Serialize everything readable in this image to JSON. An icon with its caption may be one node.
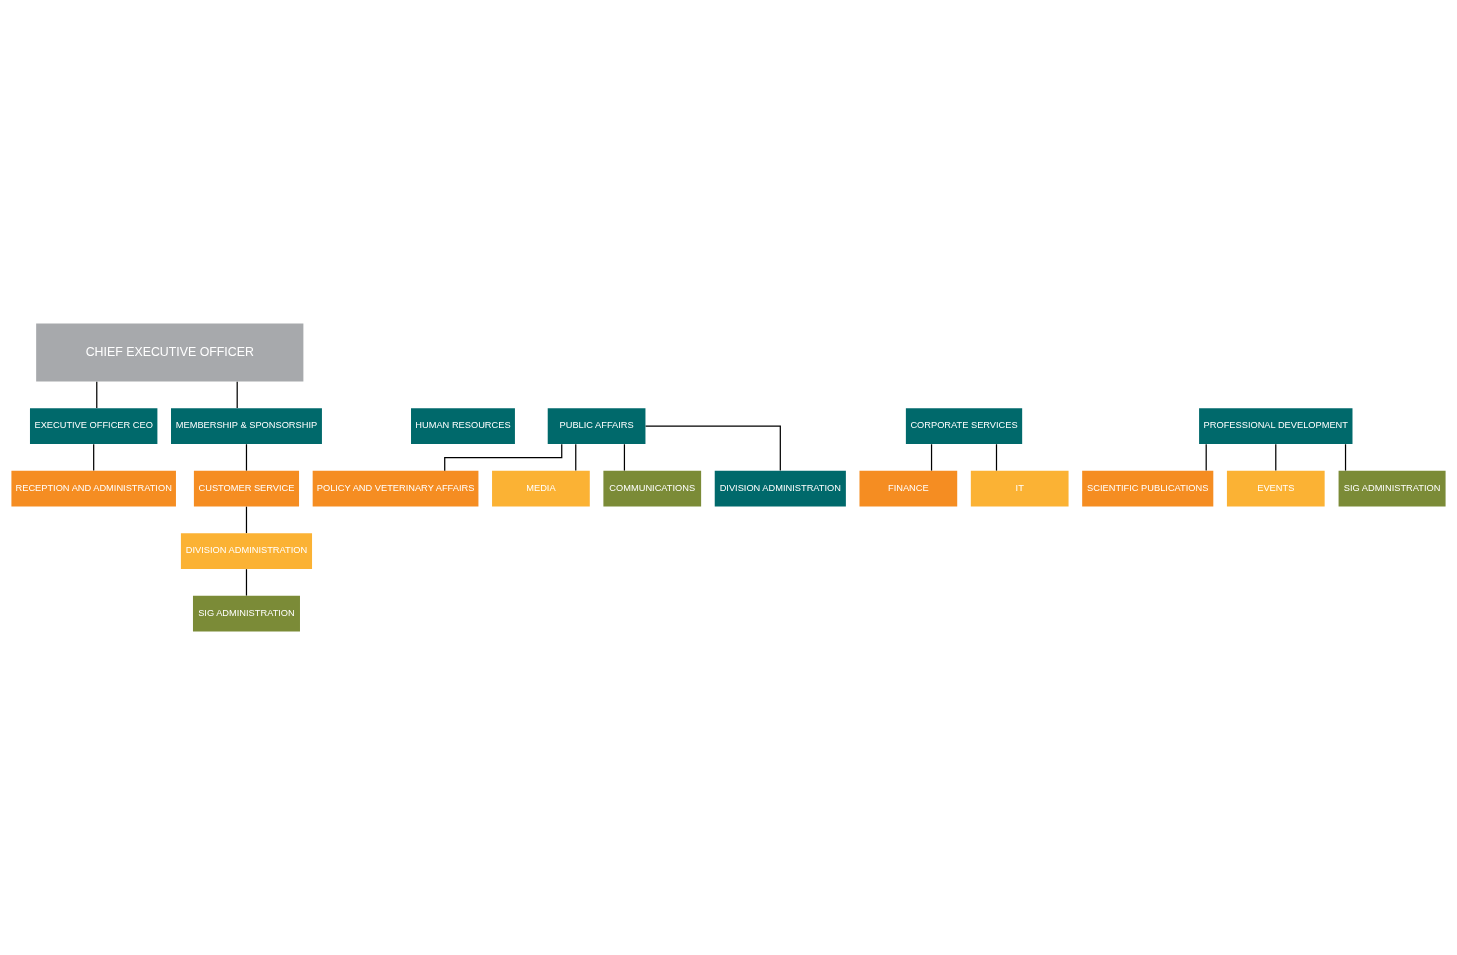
{
  "diagram": {
    "nodes": [
      {
        "text": [
          "CHIEF EXECUTIVE OFFICER"
        ]
      },
      {
        "text": [
          "EXECUTIVE OFFICER CEO"
        ]
      },
      {
        "text": [
          "HUMAN RESOURCES"
        ]
      },
      {
        "text": [
          "PUBLIC AFFAIRS"
        ]
      },
      {
        "text": [
          "CORPORATE SERVICES"
        ]
      },
      {
        "text": [
          "PROFESSIONAL DEVELOPMENT"
        ]
      },
      {
        "text": [
          "MEMBERSHIP & SPONSORSHIP"
        ]
      },
      {
        "text": [
          "RECEPTION AND ADMINISTRATION"
        ]
      },
      {
        "text": [
          "POLICY AND VETERINARY AFFAIRS"
        ]
      },
      {
        "text": [
          "MEDIA"
        ]
      },
      {
        "text": [
          "COMMUNICATIONS"
        ]
      },
      {
        "text": [
          "DIVISION ADMINISTRATION"
        ]
      },
      {
        "text": [
          "FINANCE"
        ]
      },
      {
        "text": [
          "IT"
        ]
      },
      {
        "text": [
          "SCIENTIFIC PUBLICATIONS"
        ]
      },
      {
        "text": [
          "EVENTS"
        ]
      },
      {
        "text": [
          "SIG ADMINISTRATION"
        ]
      },
      {
        "text": [
          "CUSTOMER SERVICE"
        ]
      },
      {
        "text": [
          "DIVISION ADMINISTRATION"
        ]
      },
      {
        "text": [
          "SIG ADMINISTRATION"
        ]
      }
    ],
    "edges": [
      {
        "from": 0,
        "to": 1,
        "arrow": "none"
      },
      {
        "from": 0,
        "to": 6,
        "arrow": "none"
      },
      {
        "from": 1,
        "to": 7,
        "arrow": "none"
      },
      {
        "from": 3,
        "to": 8,
        "arrow": "none"
      },
      {
        "from": 3,
        "to": 9,
        "arrow": "none"
      },
      {
        "from": 3,
        "to": 10,
        "arrow": "none"
      },
      {
        "from": 3,
        "to": 11,
        "arrow": "none"
      },
      {
        "from": 4,
        "to": 12,
        "arrow": "none"
      },
      {
        "from": 4,
        "to": 13,
        "arrow": "none"
      },
      {
        "from": 5,
        "to": 14,
        "arrow": "none"
      },
      {
        "from": 5,
        "to": 15,
        "arrow": "none"
      },
      {
        "from": 5,
        "to": 16,
        "arrow": "none"
      },
      {
        "from": 6,
        "to": 17,
        "arrow": "none"
      },
      {
        "from": 17,
        "to": 18,
        "arrow": "none"
      },
      {
        "from": 18,
        "to": 19,
        "arrow": "none"
      }
    ]
  }
}
